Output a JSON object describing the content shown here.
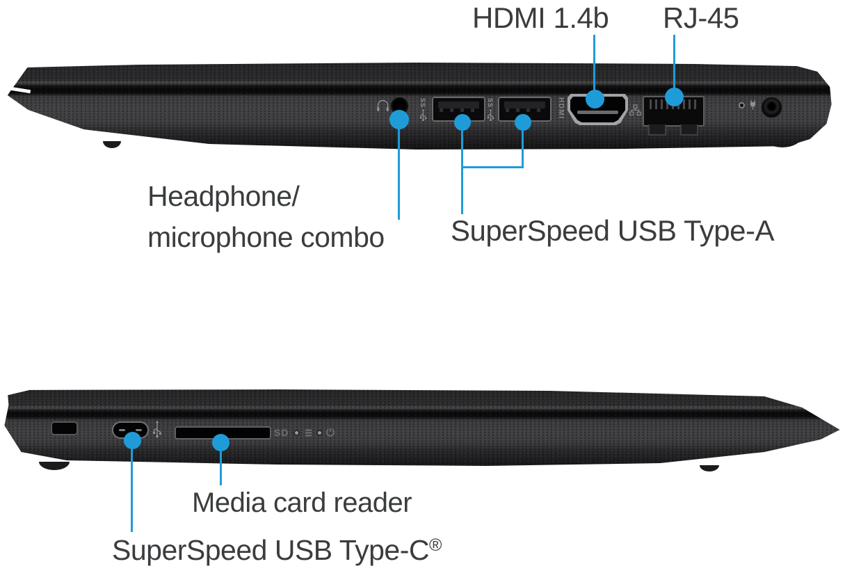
{
  "colors": {
    "callout": "#1f9cd8",
    "label": "#3a3c3e"
  },
  "top_view": {
    "labels": {
      "hdmi": "HDMI 1.4b",
      "rj45": "RJ-45",
      "headphone_line1": "Headphone/",
      "headphone_line2": "microphone combo",
      "usb_a": "SuperSpeed USB Type-A"
    },
    "markings": {
      "hdmi": "HDMI",
      "ss": "SS"
    }
  },
  "bottom_view": {
    "labels": {
      "card_reader": "Media card reader",
      "usb_c": "SuperSpeed USB Type-C",
      "usb_c_reg": "®"
    },
    "markings": {
      "sd": "SD"
    }
  },
  "icons": [
    "headphone-icon",
    "superspeed-usb-trident-icon",
    "ethernet-icon",
    "power-plug-icon",
    "usb-trident-icon",
    "hdd-activity-icon",
    "power-status-icon",
    "security-lock-slot"
  ]
}
